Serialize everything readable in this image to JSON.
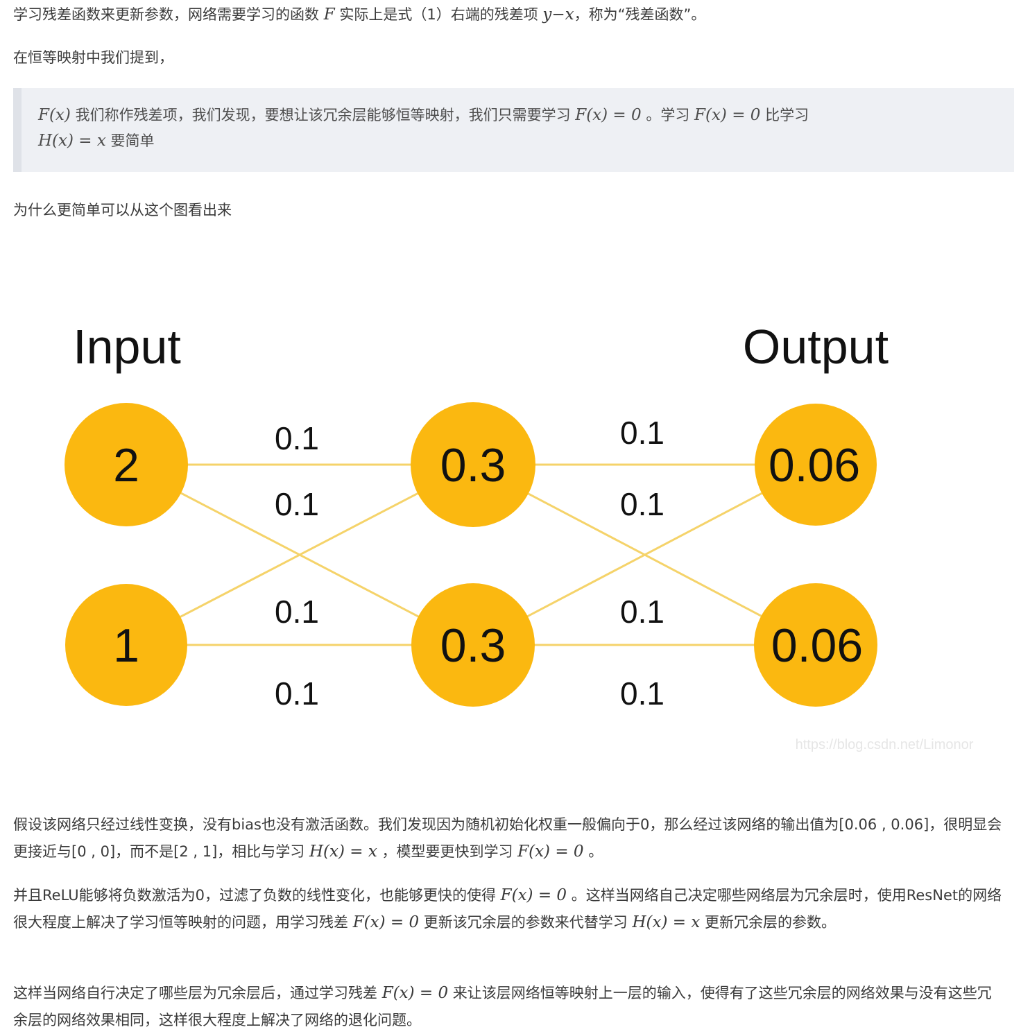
{
  "p1": {
    "t1": "学习残差函数来更新参数，网络需要学习的函数 ",
    "m1": "F",
    "t2": " 实际上是式（1）右端的残差项 ",
    "m2": "y−x",
    "t3": "，称为“残差函数”。"
  },
  "p2": "在恒等映射中我们提到，",
  "quote": {
    "m1": "F(x)",
    "t1": " 我们称作残差项，我们发现，要想让该冗余层能够恒等映射，我们只需要学习 ",
    "m2": "F(x) = 0",
    "t2": " 。学习 ",
    "m3": "F(x) = 0",
    "t3": " 比学习",
    "m4": "H(x) = x",
    "t4": " 要简单"
  },
  "p3": "为什么更简单可以从这个图看出来",
  "figure": {
    "input_label": "Input",
    "output_label": "Output",
    "nodes": {
      "input_top": "2",
      "input_bottom": "1",
      "hidden_top": "0.3",
      "hidden_bottom": "0.3",
      "output_top": "0.06",
      "output_bottom": "0.06"
    },
    "weights": {
      "l1_top": "0.1",
      "l1_cross_a": "0.1",
      "l1_cross_b": "0.1",
      "l1_bottom": "0.1",
      "l2_top": "0.1",
      "l2_cross_a": "0.1",
      "l2_cross_b": "0.1",
      "l2_bottom": "0.1"
    },
    "watermark": "https://blog.csdn.net/Limonor",
    "colors": {
      "node": "#fbb810",
      "edge": "#f5d36a"
    }
  },
  "p4": {
    "t1": "假设该网络只经过线性变换，没有bias也没有激活函数。我们发现因为随机初始化权重一般偏向于0，那么经过该网络的输出值为[0.06 , 0.06]，很明显会更接近与[0 , 0]，而不是[2 , 1]，相比与学习 ",
    "m1": "H(x) = x",
    "t2": " ，模型要更快到学习 ",
    "m2": "F(x) = 0",
    "t3": " 。"
  },
  "p5": {
    "t1": "并且ReLU能够将负数激活为0，过滤了负数的线性变化，也能够更快的使得 ",
    "m1": "F(x) = 0",
    "t2": " 。这样当网络自己决定哪些网络层为冗余层时，使用ResNet的网络很大程度上解决了学习恒等映射的问题，用学习残差 ",
    "m2": "F(x) = 0",
    "t3": " 更新该冗余层的参数来代替学习 ",
    "m3": "H(x) = x",
    "t4": " 更新冗余层的参数。"
  },
  "p6": {
    "t1": "这样当网络自行决定了哪些层为冗余层后，通过学习残差 ",
    "m1": "F(x) = 0",
    "t2": " 来让该层网络恒等映射上一层的输入，使得有了这些冗余层的网络效果与没有这些冗余层的网络效果相同，这样很大程度上解决了网络的退化问题。"
  }
}
